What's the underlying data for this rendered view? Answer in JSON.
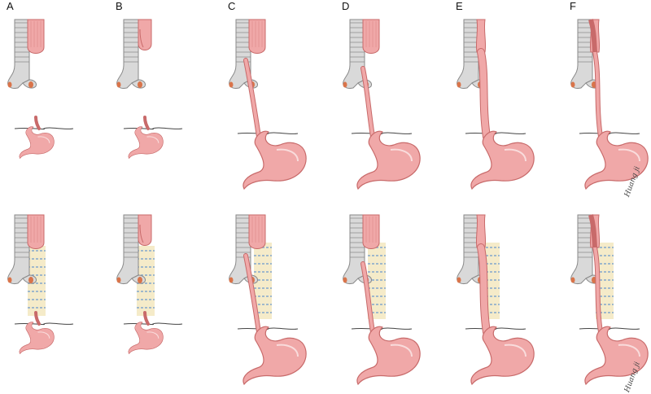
{
  "panels": [
    {
      "id": "A",
      "label": "A",
      "stage": "gap",
      "stomach": "small",
      "signature": ""
    },
    {
      "id": "B",
      "label": "B",
      "stage": "gap-pouch",
      "stomach": "small",
      "signature": ""
    },
    {
      "id": "C",
      "label": "C",
      "stage": "thin-tube-fistula",
      "stomach": "large",
      "signature": ""
    },
    {
      "id": "D",
      "label": "D",
      "stage": "thin-tube-separated",
      "stomach": "large",
      "signature": ""
    },
    {
      "id": "E",
      "label": "E",
      "stage": "continuous-narrow",
      "stomach": "large",
      "signature": ""
    },
    {
      "id": "F",
      "label": "F",
      "stage": "continuous-stricture",
      "stomach": "large",
      "signature": "Huang ji"
    }
  ],
  "rows": [
    {
      "id": "top",
      "shows_stent": false
    },
    {
      "id": "bottom",
      "shows_stent": true
    }
  ],
  "colors": {
    "esophagus_fill": "#f0a8a8",
    "esophagus_stroke": "#c86a6a",
    "trachea_fill": "#d9d9d9",
    "trachea_stroke": "#8a8a8a",
    "bronchus_tip": "#d9744a",
    "stent_fill": "#f3e8c0",
    "stent_stripe": "#9fb8cc",
    "diaphragm": "#444444"
  }
}
